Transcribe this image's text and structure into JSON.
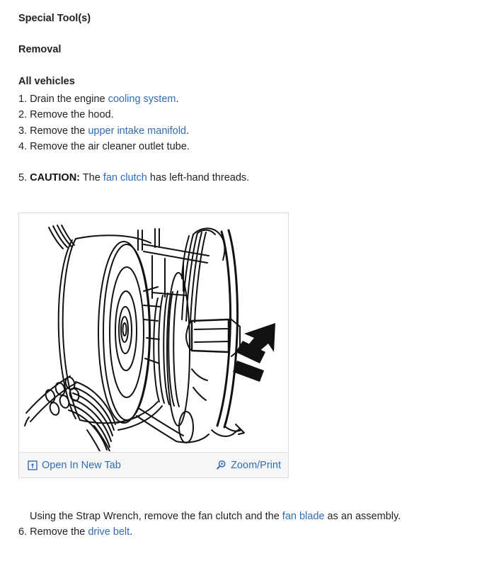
{
  "document": {
    "headings": {
      "special_tools": "Special Tool(s)",
      "removal": "Removal",
      "all_vehicles": "All vehicles"
    },
    "steps": [
      {
        "number": "1.",
        "pre": "Drain the engine ",
        "link": "cooling system",
        "post": "."
      },
      {
        "number": "2.",
        "pre": "Remove the hood.",
        "link": "",
        "post": ""
      },
      {
        "number": "3.",
        "pre": "Remove the ",
        "link": "upper intake manifold",
        "post": "."
      },
      {
        "number": "4.",
        "pre": "Remove the air cleaner outlet tube.",
        "link": "",
        "post": ""
      }
    ],
    "caution": {
      "number": "5.",
      "label": "CAUTION:",
      "pre": " The ",
      "link": "fan clutch",
      "post": " has left-hand threads."
    },
    "closing": {
      "sentence_pre": "Using the Strap Wrench, remove the fan clutch and the ",
      "sentence_link": "fan blade",
      "sentence_post": " as an assembly.",
      "step6_number": "6.",
      "step6_pre": "Remove the ",
      "step6_link": "drive belt",
      "step6_post": "."
    }
  },
  "figure": {
    "alt": "Line-art illustration of engine front drive: fan clutch, pulleys and serpentine drive belt with a bold motion arrow pointing left at the fan clutch shaft.",
    "footer": {
      "open_new_tab_label": "Open In New Tab",
      "open_new_tab_icon": "open-in-new-tab-icon",
      "zoom_print_label": "Zoom/Print",
      "zoom_print_icon": "magnifier-plus-icon"
    }
  },
  "colors": {
    "link": "#2f6cb5",
    "text": "#222222",
    "figure_border": "#dcdcdc",
    "footer_bg": "#f7f7f7",
    "page_bg": "#ffffff"
  }
}
